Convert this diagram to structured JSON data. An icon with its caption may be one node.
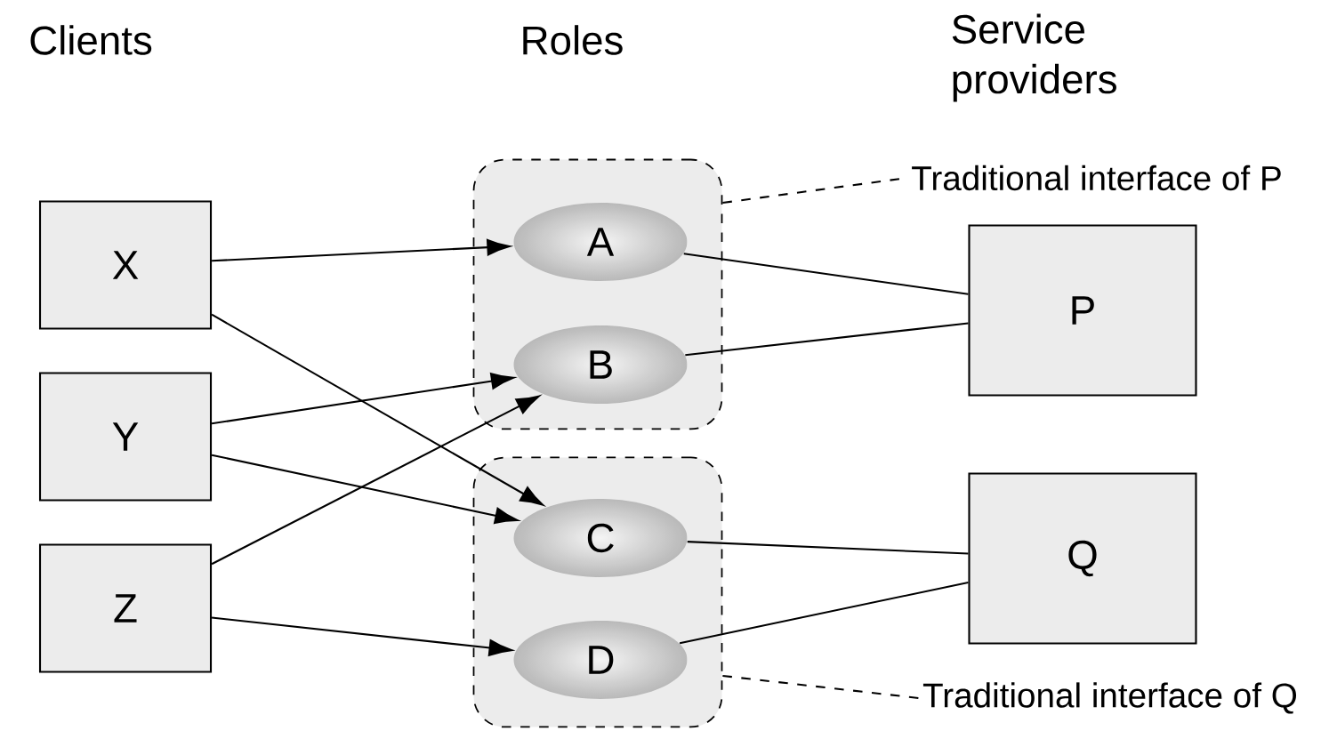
{
  "diagram": {
    "nodes": [
      {
        "text": [
          "X"
        ]
      },
      {
        "text": [
          "Y"
        ]
      },
      {
        "text": [
          "Z"
        ]
      },
      {
        "text": [],
        "shape": "box"
      },
      {
        "text": [
          "A"
        ],
        "in": 3
      },
      {
        "text": [
          "B"
        ],
        "in": 3
      },
      {
        "text": [],
        "shape": "box"
      },
      {
        "text": [
          "C"
        ],
        "in": 6
      },
      {
        "text": [
          "D"
        ],
        "in": 6
      },
      {
        "text": [
          "P"
        ]
      },
      {
        "text": [
          "Q"
        ]
      },
      {
        "text": [
          "Traditional interface of P"
        ]
      },
      {
        "text": [
          "Traditional interface of Q"
        ]
      }
    ],
    "edges": [
      {
        "from": 0,
        "to": 4,
        "arrow": "to"
      },
      {
        "from": 0,
        "to": 7,
        "arrow": "to"
      },
      {
        "from": 1,
        "to": 5,
        "arrow": "to"
      },
      {
        "from": 1,
        "to": 7,
        "arrow": "to"
      },
      {
        "from": 2,
        "to": 5,
        "arrow": "to"
      },
      {
        "from": 2,
        "to": 8,
        "arrow": "to"
      },
      {
        "from": 4,
        "to": 9,
        "arrow": "none"
      },
      {
        "from": 5,
        "to": 9,
        "arrow": "none"
      },
      {
        "from": 7,
        "to": 10,
        "arrow": "none"
      },
      {
        "from": 8,
        "to": 10,
        "arrow": "none"
      },
      {
        "from": 3,
        "to": 11,
        "arrow": "none",
        "style": "dashed"
      },
      {
        "from": 6,
        "to": 12,
        "arrow": "none",
        "style": "dashed"
      }
    ],
    "labels": [
      "Clients",
      "Roles",
      "Service providers"
    ]
  }
}
